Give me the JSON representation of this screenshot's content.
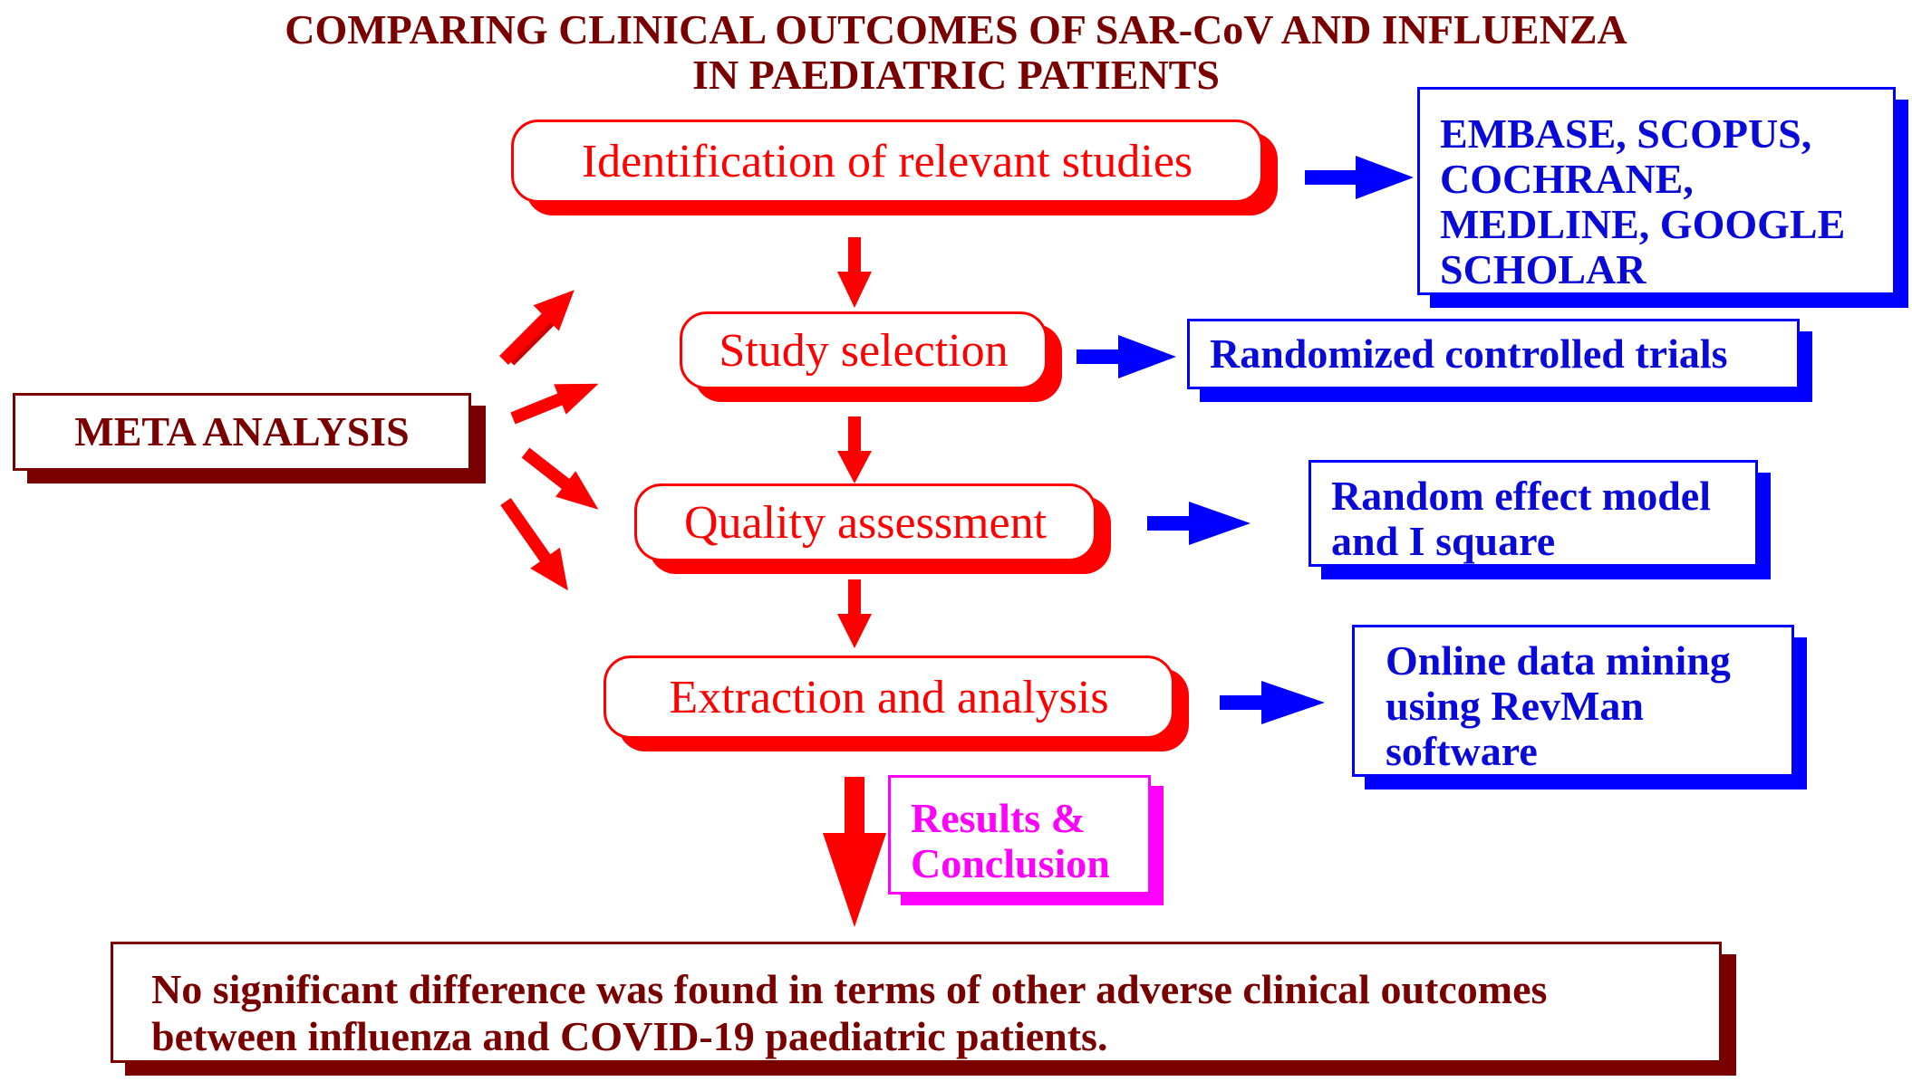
{
  "title": {
    "line1": "COMPARING CLINICAL OUTCOMES OF SAR-CoV AND INFLUENZA",
    "line2": "IN PAEDIATRIC PATIENTS"
  },
  "meta_label": "META ANALYSIS",
  "steps": [
    "Identification of relevant studies",
    "Study selection",
    "Quality assessment",
    "Extraction and analysis"
  ],
  "details": {
    "identification": [
      "EMBASE, SCOPUS,",
      "COCHRANE,",
      "MEDLINE, GOOGLE",
      "SCHOLAR"
    ],
    "selection": "Randomized controlled trials",
    "quality": [
      "Random effect model",
      "and I square"
    ],
    "extraction": [
      "Online data mining",
      "using RevMan",
      "software"
    ]
  },
  "results_label": [
    "Results &",
    "Conclusion"
  ],
  "conclusion": [
    "No significant difference was found in terms of other adverse clinical outcomes",
    "between influenza and COVID-19 paediatric patients."
  ],
  "colors": {
    "step": "#ff0000",
    "detail": "#0000ff",
    "maroon": "#7a0000",
    "results": "#ff00ff"
  }
}
